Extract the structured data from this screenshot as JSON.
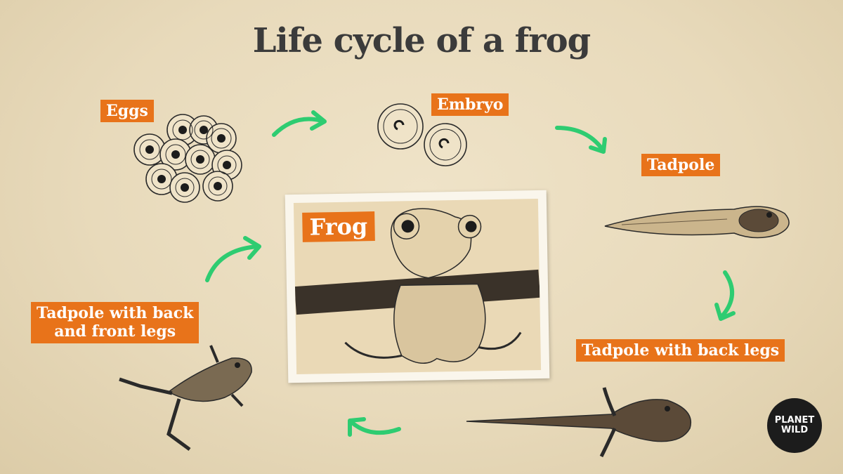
{
  "title": "Life cycle of a frog",
  "stages": {
    "eggs": "Eggs",
    "embryo": "Embryo",
    "tadpole": "Tadpole",
    "tadpole_back_legs": "Tadpole with back legs",
    "tadpole_back_front_legs": "Tadpole with back\nand front legs",
    "frog": "Frog"
  },
  "logo": {
    "line1": "PLANET",
    "line2": "WILD"
  },
  "colors": {
    "label_bg": "#e8731a",
    "arrow": "#2ecc71",
    "title": "#3b3b3b"
  }
}
